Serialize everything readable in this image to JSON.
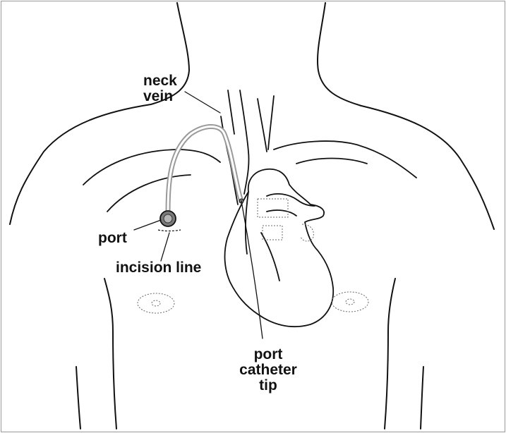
{
  "diagram": {
    "labels": {
      "neck_vein": [
        "neck",
        "vein"
      ],
      "port": "port",
      "incision_line": "incision line",
      "port_catheter_tip": [
        "port",
        "catheter",
        "tip"
      ]
    },
    "colors": {
      "outline": "#111111",
      "catheter": "#9a9a9a",
      "port_fill": "#7a7a7a",
      "frame": "#9a9a9a",
      "dotted": "#6a6a6a"
    }
  }
}
